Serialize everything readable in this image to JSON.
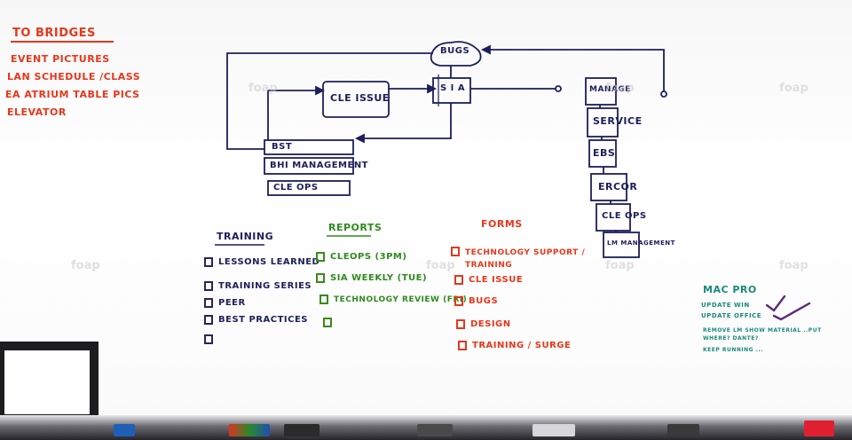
{
  "todo": {
    "title": "To Bridges",
    "items": [
      "Event Pictures",
      "LAN Schedule /Class",
      "EA Atrium Table Pics",
      "Elevator"
    ]
  },
  "diagram": {
    "bugs": "BUGS",
    "cle_issue": "CLE ISSUE",
    "sia": "S I A",
    "bst": "BST",
    "bhi_management": "BHI MANAGEMENT",
    "cle_ops": "CLE OPS",
    "stack": [
      "MANAGE",
      "SERVICE",
      "EBS",
      "ERCOR",
      "CLE OPS",
      "LM MANAGEMENT"
    ]
  },
  "training": {
    "title": "Training",
    "items": [
      "Lessons Learned",
      "Training Series",
      "Peer",
      "Best Practices",
      ""
    ]
  },
  "reports": {
    "title": "Reports",
    "items": [
      "CLEOPS (3pm)",
      "SIA Weekly (TUE)",
      "Technology Review (FRI)",
      ""
    ]
  },
  "forms": {
    "title": "Forms",
    "items": [
      "Technology Support / Training",
      "CLE Issue",
      "Bugs",
      "Design",
      "Training / Surge"
    ]
  },
  "mac_pro": {
    "title": "MAC PRO",
    "items": [
      "Update win",
      "Update Office",
      "Remove LM show material ..put where? Dante?",
      "Keep running ..."
    ]
  },
  "watermark": "foap",
  "colors": {
    "red": "#e8371b",
    "navy": "#1c1f5a",
    "green": "#2f8a1f",
    "teal": "#1a8a7a",
    "purple": "#5b2a7a"
  }
}
